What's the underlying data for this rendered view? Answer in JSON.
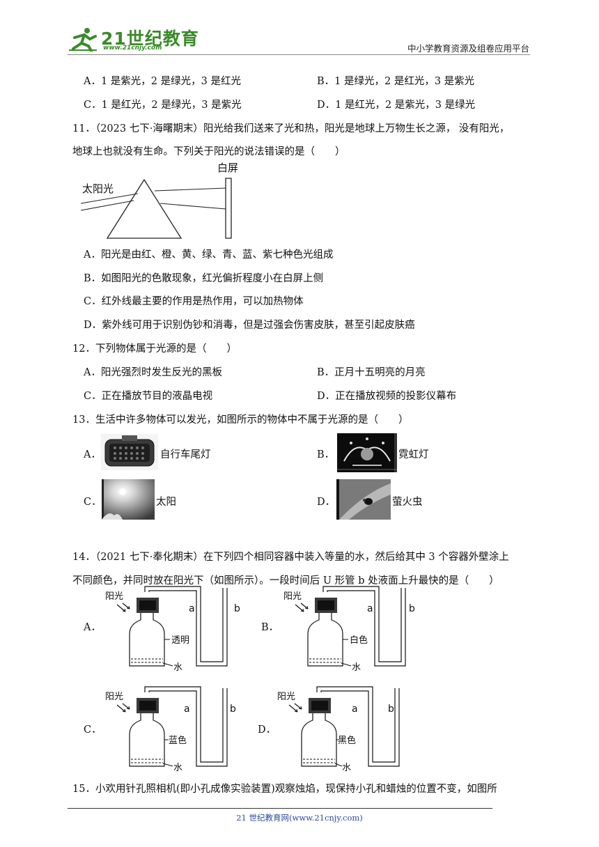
{
  "header": {
    "logo_text": "21世纪教育",
    "logo_url": "www.21cnjy.com",
    "right_text": "中小学教育资源及组卷应用平台"
  },
  "q10_options": {
    "A": "A．1 是紫光，2 是绿光，3 是红光",
    "B": "B．1 是绿光，2 是红光，3 是紫光",
    "C": "C．1 是红光，2 是绿光，3 是紫光",
    "D": "D．1 是红光，2 是紫光，3 是绿光"
  },
  "q11": {
    "line1": "11．（2023 七下·海曙期末）阳光给我们送来了光和热，阳光是地球上万物生长之源， 没有阳光，",
    "line2": "地球上也就没有生命。下列关于阳光的说法错误的是（　　）",
    "figure_labels": {
      "screen": "白屏",
      "sunlight": "太阳光"
    },
    "A": "A．阳光是由红、橙、黄、绿、青、蓝、紫七种色光组成",
    "B": "B．如图阳光的色散现象，红光偏折程度小在白屏上侧",
    "C": "C．红外线最主要的作用是热作用，可以加热物体",
    "D": "D．紫外线可用于识别伪钞和消毒，但是过强会伤害皮肤，甚至引起皮肤癌"
  },
  "q12": {
    "stem": "12．下列物体属于光源的是（　　）",
    "A": "A．阳光强烈时发生反光的黑板",
    "B": "B．正月十五明亮的月亮",
    "C": "C．正在播放节目的液晶电视",
    "D": "D．正在播放视频的投影仪幕布"
  },
  "q13": {
    "stem": "13．生活中许多物体可以发光，如图所示的物体中不属于光源的是（　　）",
    "A_letter": "A．",
    "A_label": "自行车尾灯",
    "B_letter": "B．",
    "B_label": "霓虹灯",
    "C_letter": "C．",
    "C_label": "太阳",
    "D_letter": "D．",
    "D_label": "萤火虫"
  },
  "q14": {
    "line1": "14．（2021 七下·奉化期末）在下列四个相同容器中装入等量的水，然后给其中 3 个容器外壁涂上",
    "line2": "不同颜色，并同时放在阳光下（如图所示）。一段时间后 U 形管 b 处液面上升最快的是（　　）",
    "labels": {
      "sun": "阳光",
      "a": "a",
      "b": "b",
      "water": "水"
    },
    "A_letter": "A．",
    "A_color": "透明",
    "B_letter": "B．",
    "B_color": "白色",
    "C_letter": "C．",
    "C_color": "蓝色",
    "D_letter": "D．",
    "D_color": "黑色"
  },
  "q15": {
    "line1": "15．小欢用针孔照相机(即小孔成像实验装置)观察烛焰，现保持小孔和蜡烛的位置不变，如图所"
  },
  "footer": {
    "text": "21 世纪教育网(www.21cnjy.com)"
  }
}
